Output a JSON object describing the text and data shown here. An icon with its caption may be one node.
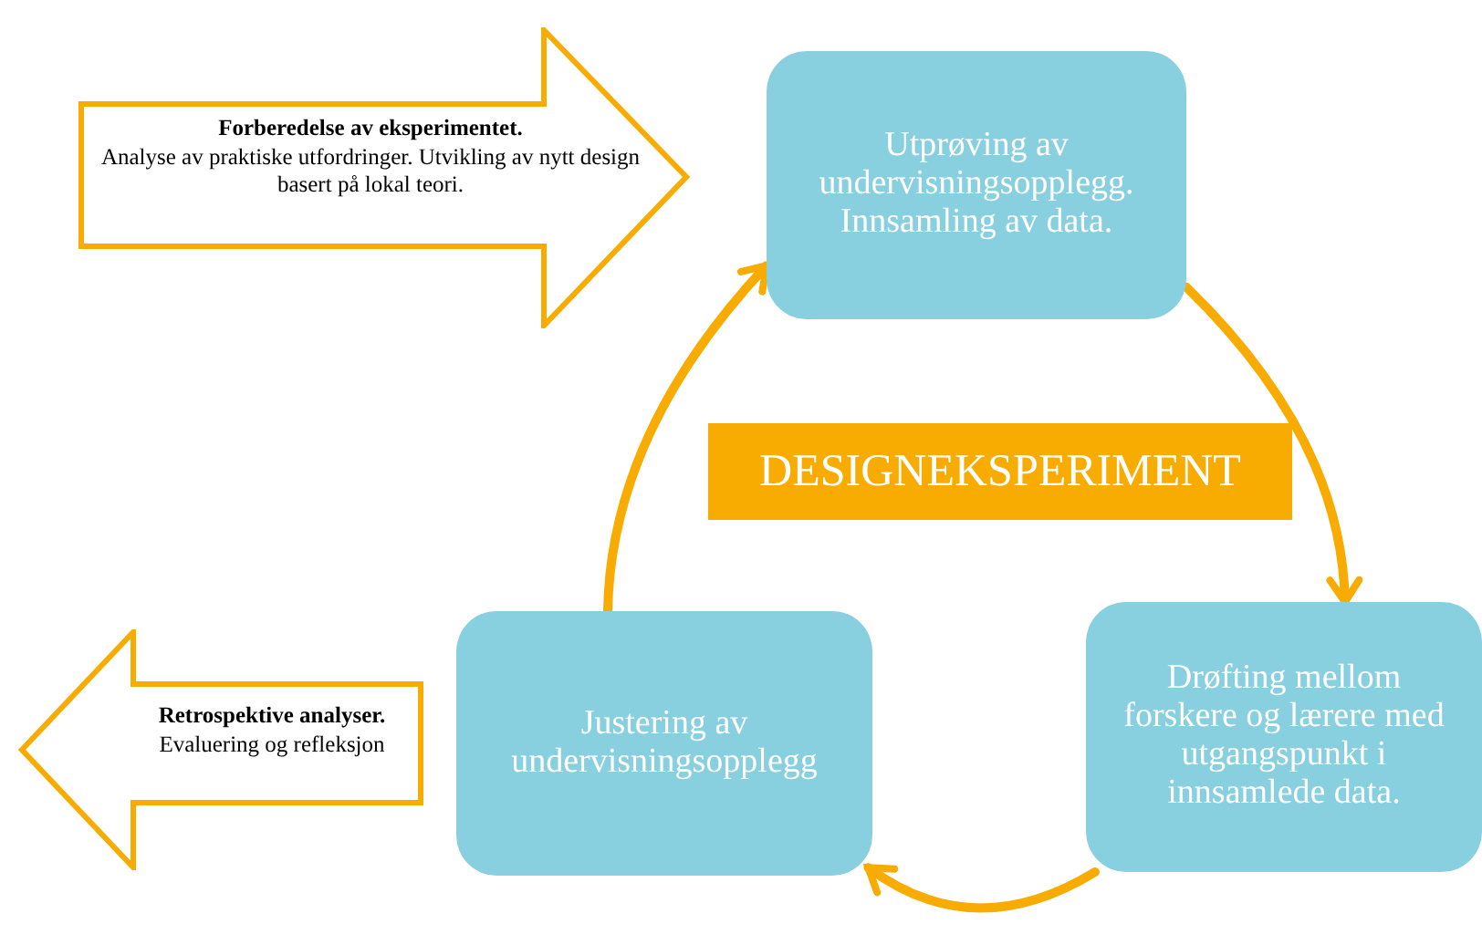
{
  "diagram": {
    "nodes": [
      {
        "text": [
          "Utprøving av undervisningsopplegg. Innsamling av data."
        ]
      },
      {
        "text": [
          "Drøfting mellom forskere og lærere med utgangspunkt i innsamlede data."
        ]
      },
      {
        "text": [
          "Justering av undervisningsopplegg"
        ]
      },
      {
        "text": [
          "DESIGNEKSPERIMENT"
        ]
      },
      {
        "text": [
          "Forberedelse av eksperimentet.",
          "Analyse av praktiske utfordringer. Utvikling av nytt design basert på lokal teori."
        ]
      },
      {
        "text": [
          "Retrospektive analyser.",
          "Evaluering og refleksjon"
        ]
      }
    ],
    "edges": [
      {
        "from": 0,
        "to": 1,
        "arrow": "to"
      },
      {
        "from": 1,
        "to": 2,
        "arrow": "to"
      },
      {
        "from": 2,
        "to": 0,
        "arrow": "to"
      }
    ]
  }
}
